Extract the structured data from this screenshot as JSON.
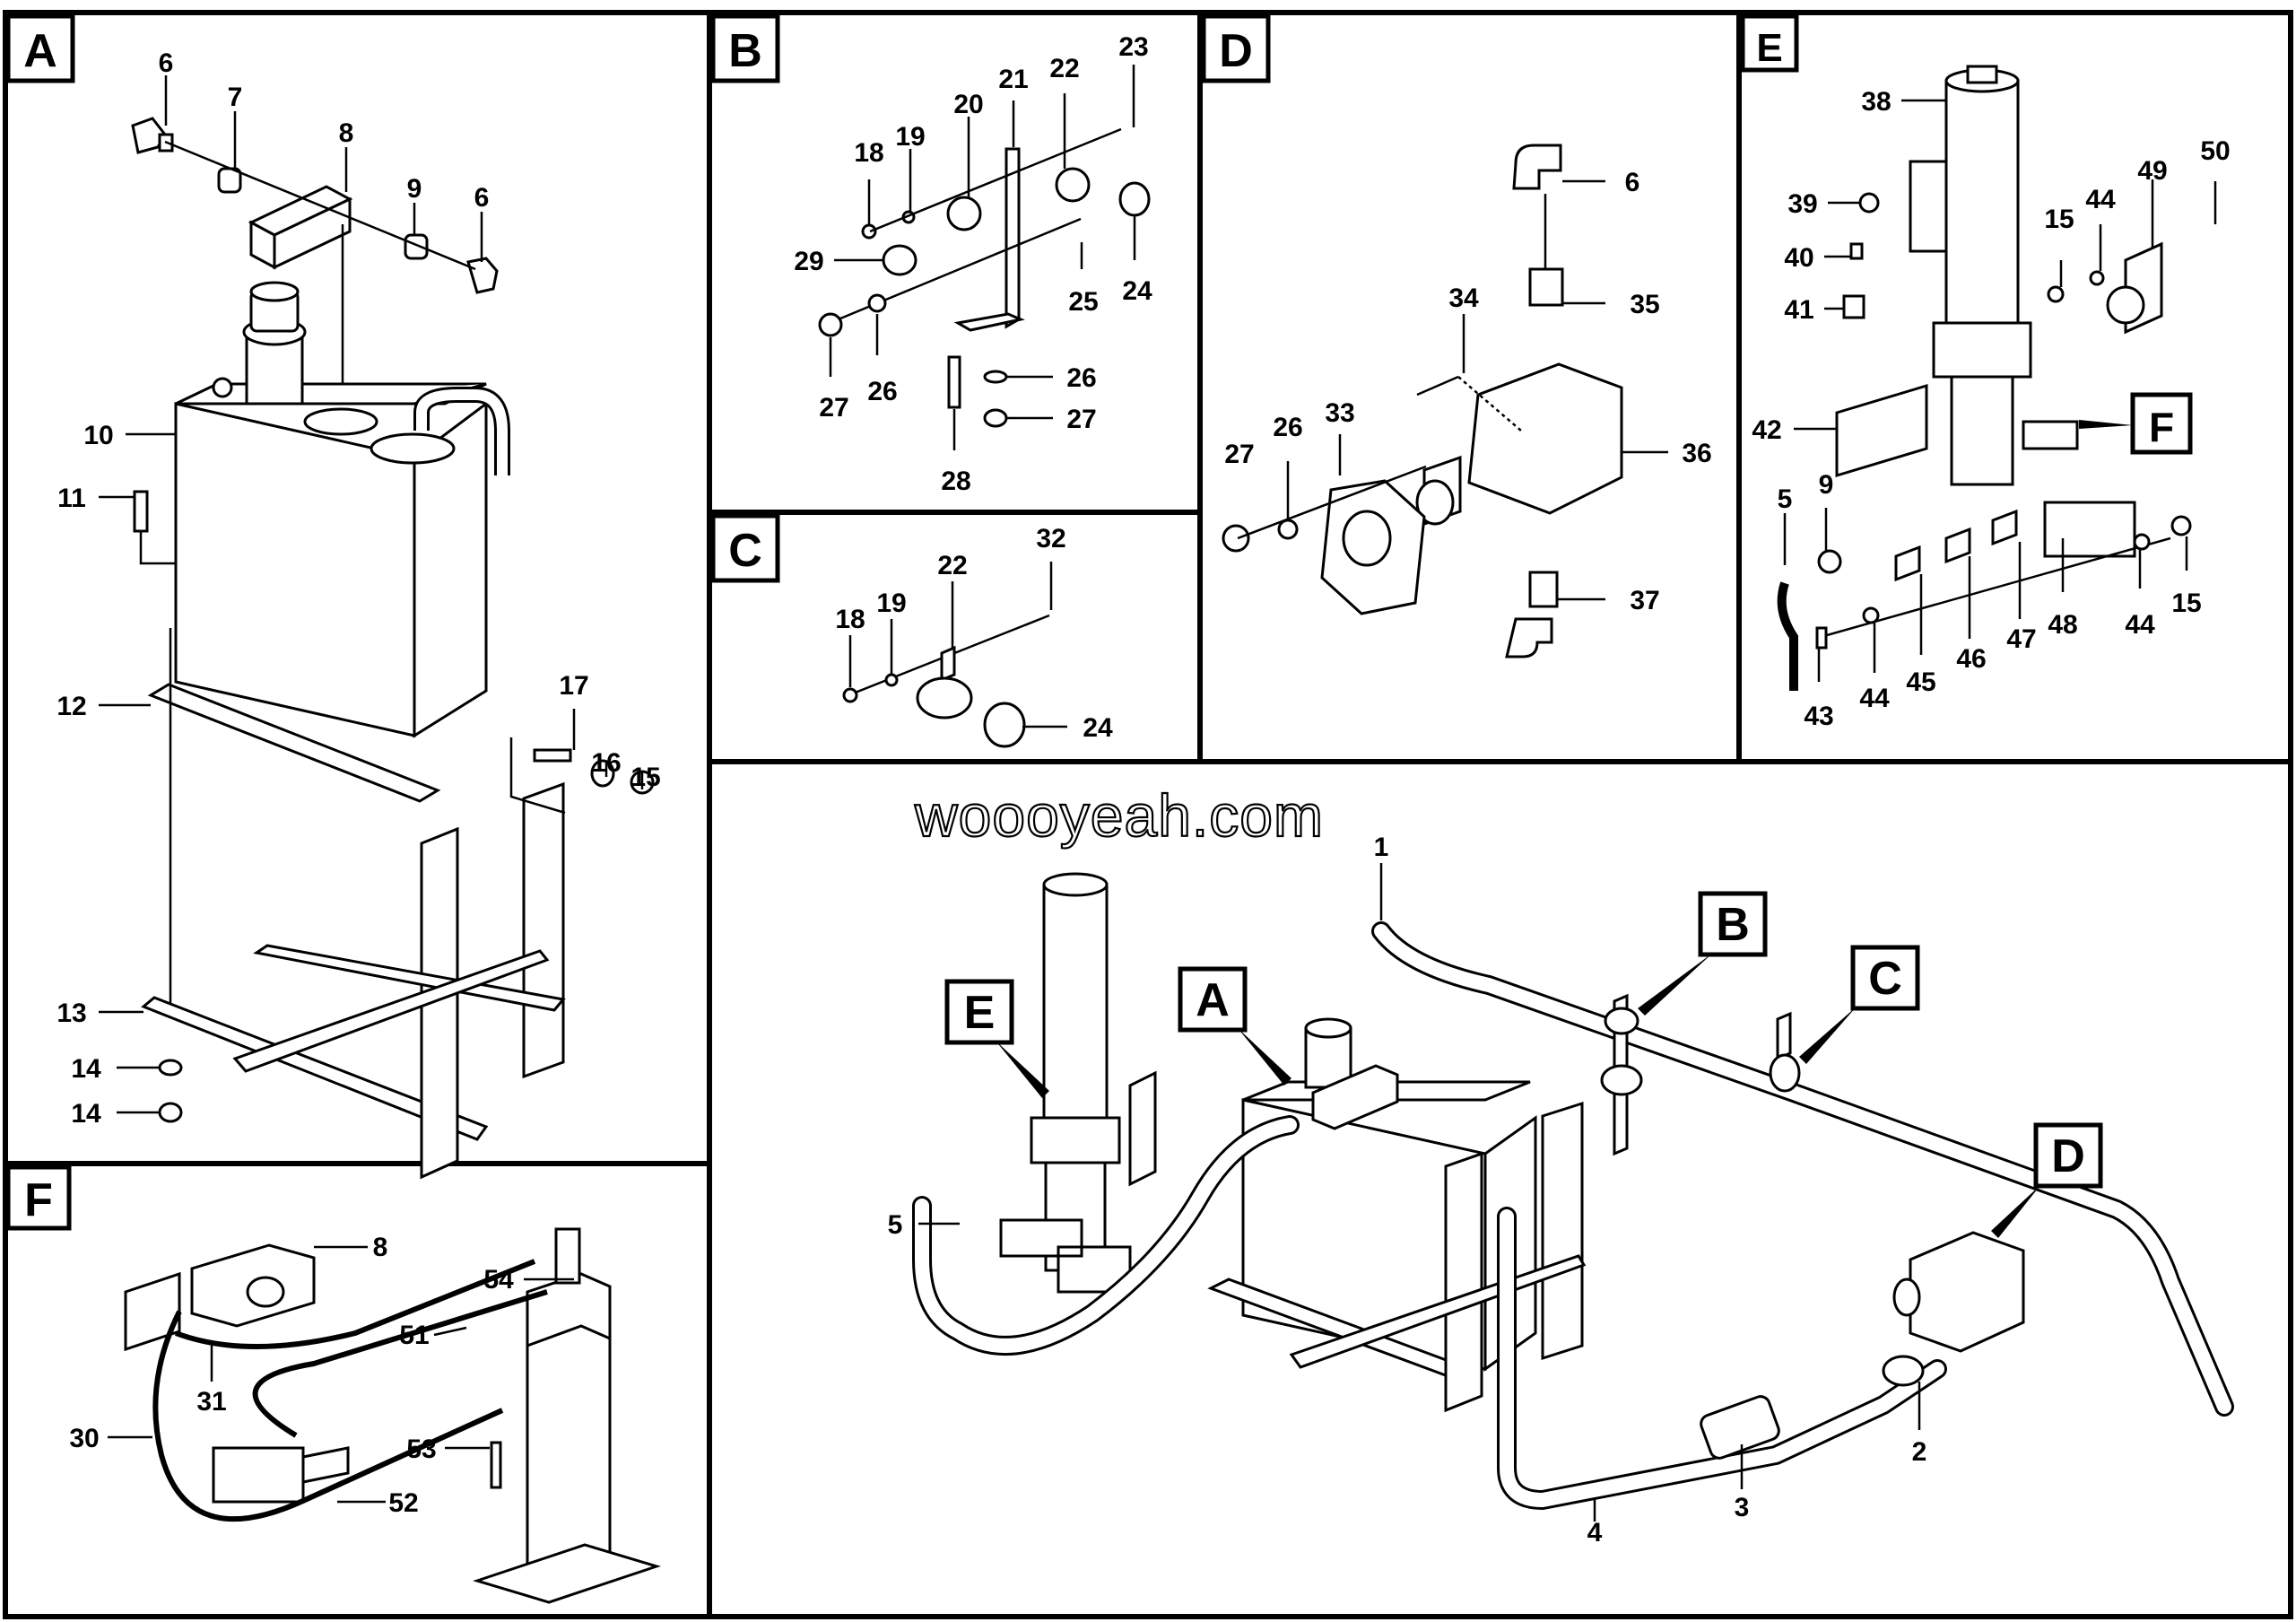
{
  "watermark": "woooyeah.com",
  "panels": [
    {
      "id": "A",
      "label": "A"
    },
    {
      "id": "B",
      "label": "B"
    },
    {
      "id": "C",
      "label": "C"
    },
    {
      "id": "D",
      "label": "D"
    },
    {
      "id": "E",
      "label": "E"
    },
    {
      "id": "F",
      "label": "F"
    },
    {
      "id": "overview",
      "label": ""
    }
  ],
  "callouts": {
    "A": [
      "6",
      "7",
      "8",
      "9",
      "6",
      "10",
      "11",
      "12",
      "17",
      "16",
      "15",
      "13",
      "14",
      "14"
    ],
    "B": [
      "18",
      "19",
      "20",
      "21",
      "22",
      "23",
      "29",
      "24",
      "25",
      "27",
      "26",
      "26",
      "27",
      "28"
    ],
    "C": [
      "32",
      "22",
      "18",
      "19",
      "24"
    ],
    "D": [
      "6",
      "34",
      "35",
      "27",
      "26",
      "33",
      "36",
      "37"
    ],
    "E": [
      "38",
      "39",
      "40",
      "41",
      "15",
      "44",
      "49",
      "50",
      "42",
      "F",
      "5",
      "9",
      "48",
      "44",
      "15",
      "43",
      "44",
      "45",
      "46",
      "47"
    ],
    "F": [
      "8",
      "54",
      "51",
      "31",
      "30",
      "53",
      "52"
    ],
    "overview": [
      "1",
      "B",
      "C",
      "E",
      "A",
      "D",
      "5",
      "2",
      "3",
      "4"
    ]
  }
}
